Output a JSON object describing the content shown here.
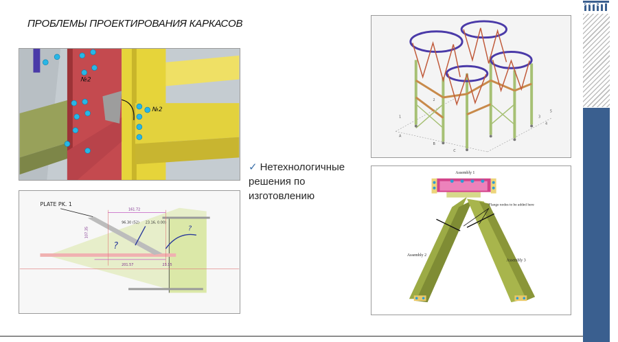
{
  "slide": {
    "title": "ПРОБЛЕМЫ ПРОЕКТИРОВАНИЯ КАРКАСОВ",
    "bullet_text": "Нетехнологичные решения по изготовлению",
    "bullet_icon": "check-icon"
  },
  "figures": {
    "connection_3d": {
      "labels": [
        "№2",
        "№2"
      ]
    },
    "plate_drawing": {
      "labels": [
        "PLATE PK. 1",
        "161.72",
        "96.30 (52)",
        "23.16, 0.00)",
        "?",
        "?",
        "201.57",
        "23.15",
        "107.35"
      ]
    },
    "frame_3d": {
      "labels": [
        "A",
        "B",
        "C",
        "1",
        "2",
        "3",
        "4",
        "5"
      ]
    },
    "assembly_drawing": {
      "labels": [
        "Assembly 1",
        "Flange nodes to be added here",
        "Assembly 2",
        "Assembly 3"
      ]
    }
  },
  "colors": {
    "accent_blue": "#3a5f8f",
    "beam_red": "#c44a4f",
    "beam_yellow": "#e9d93b",
    "beam_olive": "#9aa35a",
    "check_blue": "#3a6fa8"
  }
}
